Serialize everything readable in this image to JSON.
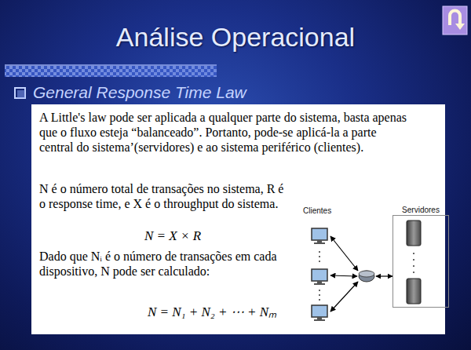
{
  "diagram": {
    "title": "Análise Operacional",
    "nodes": [
      {
        "text": [
          "A Little's law pode ser aplicada a qualquer parte do sistema, basta apenas que o fluxo esteja “balanceado”. Portanto, pode-se aplicá-la a parte central do sistema’(servidores) e ao sistema periférico (clientes).",
          "N é o número total de transações no sistema, R é o response time, e X é o throughput do sistema.",
          "N = X × R",
          "Dado que Nᵢ é o número de transações em cada dispositivo, N pode ser calculado:",
          "N = N₁ + N₂ + ⋯ + Nₘ"
        ]
      },
      {
        "text": [
          "Servidores"
        ],
        "in": 0
      }
    ],
    "labels": [
      "General Response Time Law",
      "Clientes"
    ]
  }
}
